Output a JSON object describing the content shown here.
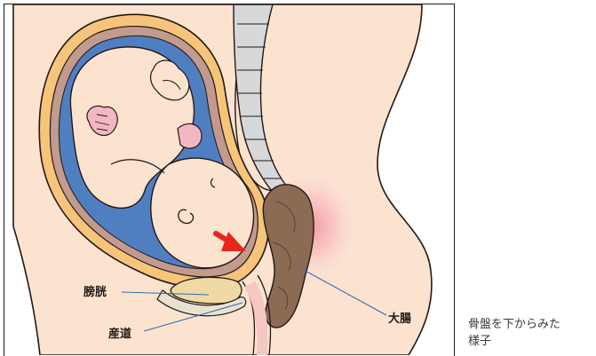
{
  "figure": {
    "labels": {
      "bladder": "膀胱",
      "birth_canal": "産道",
      "large_intestine": "大腸"
    },
    "caption_line1": "骨盤を下からみた",
    "caption_line2": "様子",
    "colors": {
      "outline": "#231815",
      "skin": "#fbe3d0",
      "uterus_wall": "#f6c47a",
      "uterine_lining": "#c39a8e",
      "amniotic_fluid": "#4f7fc1",
      "baby": "#fbe3d0",
      "spine": "#d6d8d9",
      "intestine": "#8c6b55",
      "bladder_fill": "#f0d9a4",
      "arrow": "#e8251b",
      "leader_line": "#2f6fb4",
      "glow": "#f37b92"
    }
  }
}
